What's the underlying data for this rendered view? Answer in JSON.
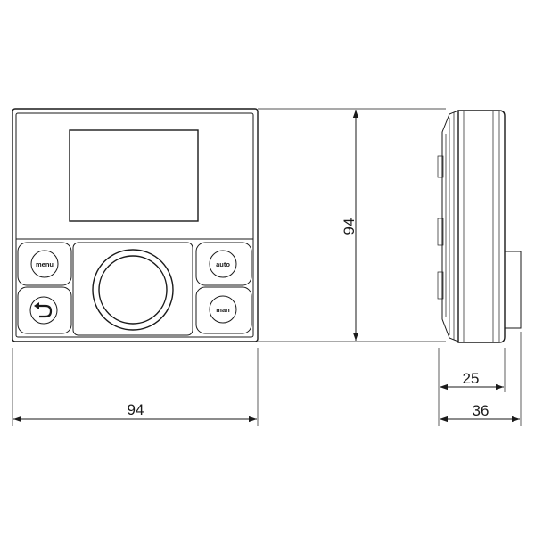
{
  "front_view": {
    "buttons": {
      "menu": "menu",
      "auto": "auto",
      "man": "man"
    },
    "icons": {
      "back": "back-arrow-icon",
      "knob": "rotary-knob"
    }
  },
  "dimensions": {
    "width": "94",
    "height": "94",
    "depth_body": "25",
    "depth_total": "36"
  },
  "colors": {
    "line": "#1a1a1a",
    "background": "#ffffff"
  }
}
